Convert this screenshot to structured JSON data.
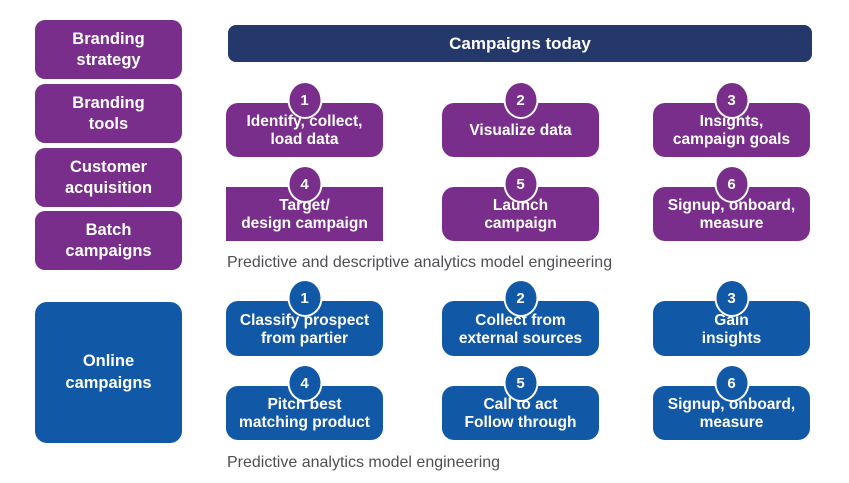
{
  "colors": {
    "purple": "#7A2E8C",
    "navy": "#24386B",
    "blue": "#1158A7",
    "caption": "#4F4F54",
    "background": "#FFFFFF"
  },
  "sidebar": {
    "items": [
      {
        "lines": [
          "Branding",
          "strategy"
        ]
      },
      {
        "lines": [
          "Branding",
          "tools"
        ]
      },
      {
        "lines": [
          "Customer",
          "acquisition"
        ]
      },
      {
        "lines": [
          "Batch",
          "campaigns"
        ]
      }
    ],
    "online": {
      "lines": [
        "Online",
        "campaigns"
      ]
    }
  },
  "header": {
    "title": "Campaigns today"
  },
  "purple_section": {
    "caption": "Predictive and descriptive analytics model engineering",
    "steps": [
      {
        "number": "1",
        "lines": [
          "Identify, collect,",
          "load data"
        ]
      },
      {
        "number": "2",
        "lines": [
          "Visualize data"
        ]
      },
      {
        "number": "3",
        "lines": [
          "Insights,",
          "campaign goals"
        ]
      },
      {
        "number": "4",
        "lines": [
          "Target/",
          "design campaign"
        ]
      },
      {
        "number": "5",
        "lines": [
          "Launch",
          "campaign"
        ]
      },
      {
        "number": "6",
        "lines": [
          "Signup, onboard,",
          "measure"
        ]
      }
    ]
  },
  "blue_section": {
    "caption": "Predictive analytics model engineering",
    "steps": [
      {
        "number": "1",
        "lines": [
          "Classify prospect",
          "from partier"
        ]
      },
      {
        "number": "2",
        "lines": [
          "Collect from",
          "external sources"
        ]
      },
      {
        "number": "3",
        "lines": [
          "Gain",
          "insights"
        ]
      },
      {
        "number": "4",
        "lines": [
          "Pitch best",
          "matching product"
        ]
      },
      {
        "number": "5",
        "lines": [
          "Call to act",
          "Follow through"
        ]
      },
      {
        "number": "6",
        "lines": [
          "Signup, onboard,",
          "measure"
        ]
      }
    ]
  }
}
